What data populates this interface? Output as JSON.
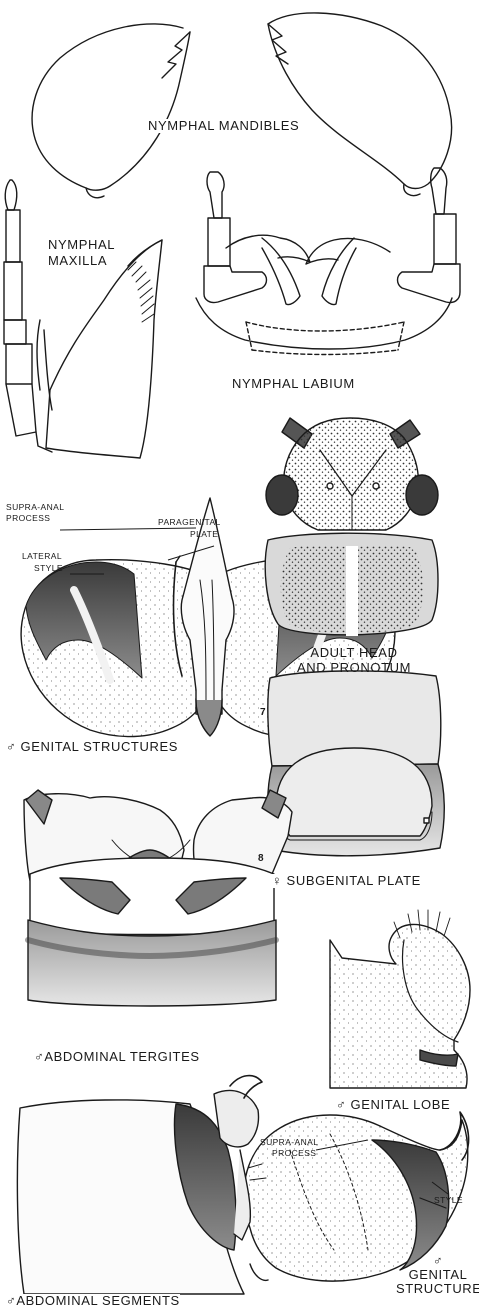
{
  "labels": {
    "nymphal_mandibles": "NYMPHAL MANDIBLES",
    "nymphal_maxilla_1": "NYMPHAL",
    "nymphal_maxilla_2": "MAXILLA",
    "nymphal_labium": "NYMPHAL LABIUM",
    "supra_anal_1": "SUPRA-ANAL",
    "supra_anal_2": "PROCESS",
    "paragenital_1": "PARAGENITAL",
    "paragenital_2": "PLATE",
    "lateral_style_1": "LATERAL",
    "lateral_style_2": "STYLE",
    "adult_head_1": "ADULT HEAD",
    "adult_head_2": "AND PRONOTUM",
    "male_genital_structures": "♂ GENITAL STRUCTURES",
    "segment_7": "7",
    "segment_8": "8",
    "female_subgenital_plate": "♀ SUBGENITAL PLATE",
    "male_abdominal_tergites": "♂ABDOMINAL TERGITES",
    "male_genital_lobe": "♂ GENITAL LOBE",
    "supra_anal_b_1": "SUPRA-ANAL",
    "supra_anal_b_2": "PROCESS",
    "style": "STYLE",
    "male_genital_structures_b_1": "♂",
    "male_genital_structures_b_2": "GENITAL",
    "male_genital_structures_b_3": "STRUCTURES",
    "male_abdominal_segments": "♂ABDOMINAL SEGMENTS"
  },
  "colors": {
    "ink": "#1a1a1a",
    "shade_dark": "#555555",
    "shade_mid": "#8a8a8a",
    "shade_light": "#c4c4c4",
    "paper": "#ffffff"
  }
}
